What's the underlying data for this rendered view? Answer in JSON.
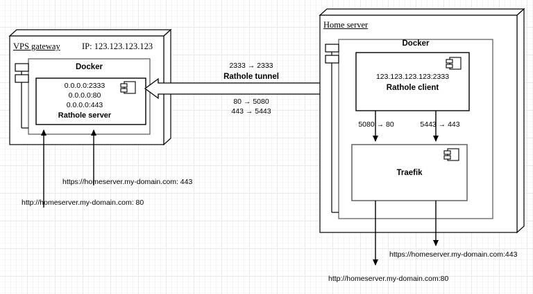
{
  "diagram": {
    "title": "Rathole tunnel network diagram",
    "background": "#ffffff",
    "grid_color": "#e9e9e9",
    "stroke": "#000000"
  },
  "vps": {
    "title": "VPS gateway",
    "ip_label": "IP: 123.123.123.123",
    "docker_label": "Docker",
    "service": {
      "line1": "0.0.0.0:2333",
      "line2": "0.0.0.0:80",
      "line3": "0.0.0.0:443",
      "name": "Rathole server",
      "icon": "uml-component-icon"
    }
  },
  "home": {
    "title": "Home server",
    "docker_label": "Docker",
    "client": {
      "address": "123.123.123.123:2333",
      "name": "Rathole client",
      "icon": "uml-component-icon"
    },
    "traefik": {
      "name": "Traefik",
      "icon": "uml-component-icon"
    },
    "port_map_left": "5080 → 80",
    "port_map_right": "5443 → 443"
  },
  "tunnel": {
    "top_ports": "2333 → 2333",
    "top_name": "Rathole tunnel",
    "bottom_line1": "80 → 5080",
    "bottom_line2": "443 → 5443"
  },
  "endpoints": {
    "vps_https": "https://homeserver.my-domain.com: 443",
    "vps_http": "http://homeserver.my-domain.com: 80",
    "home_https": "https://homeserver.my-domain.com:443",
    "home_http": "http://homeserver.my-domain.com:80"
  }
}
